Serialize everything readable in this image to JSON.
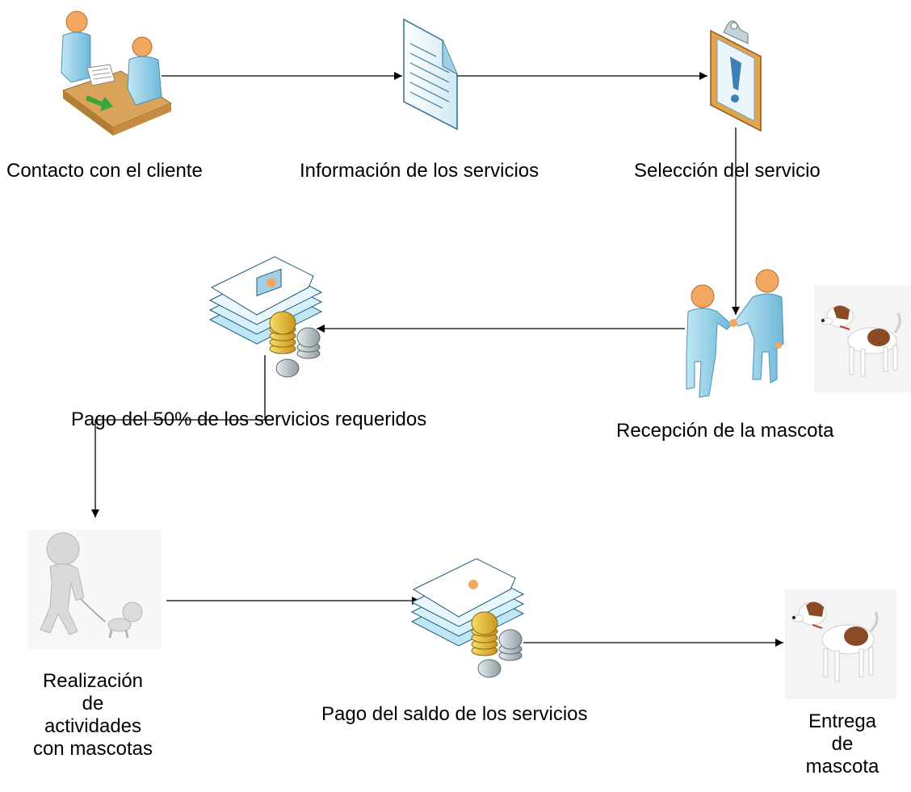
{
  "steps": {
    "contacto": "Contacto con el cliente",
    "informacion": "Información de los servicios",
    "seleccion": "Selección del servicio",
    "recepcion": "Recepción de la mascota",
    "pago50": "Pago del 50% de los servicios requeridos",
    "realizacion": "Realización de actividades con mascotas",
    "pagoSaldo": "Pago del saldo de los servicios",
    "entrega": "Entrega de mascota"
  },
  "icons": {
    "contacto": "meeting-desk-icon",
    "informacion": "document-icon",
    "seleccion": "clipboard-alert-icon",
    "recepcion": "handshake-icon",
    "pago50": "payment-coins-icon",
    "realizacion": "person-walking-dog-icon",
    "pagoSaldo": "payment-coins-icon",
    "entrega": "dog-icon"
  },
  "colors": {
    "figure": "#8fcde6",
    "figureStroke": "#4a90b8",
    "skin": "#f0a35c",
    "gold": "#e2b62f",
    "silver": "#b9c4c9",
    "arrow": "#000000"
  }
}
